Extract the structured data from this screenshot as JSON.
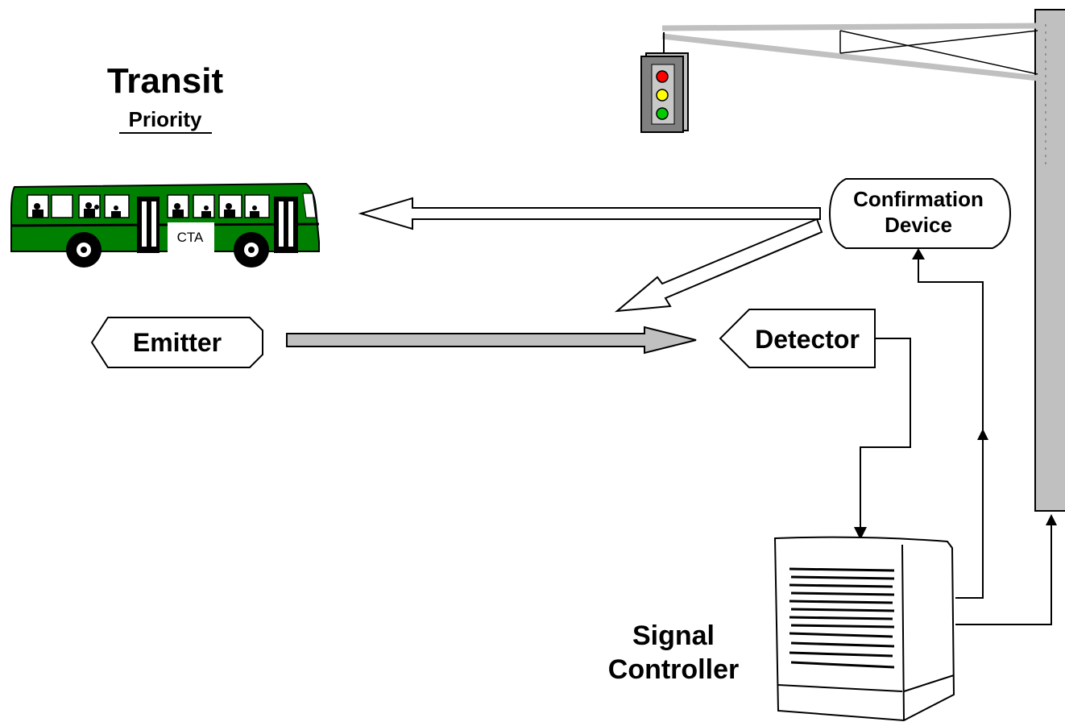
{
  "title": "Transit",
  "subtitle": "Priority",
  "bus": {
    "sign": "CTA"
  },
  "emitter": {
    "label": "Emitter"
  },
  "detector": {
    "label": "Detector"
  },
  "confirmation": {
    "line1": "Confirmation",
    "line2": "Device"
  },
  "controller": {
    "line1": "Signal",
    "line2": "Controller"
  },
  "colors": {
    "bus_green": "#008000",
    "signal_red": "#ff0000",
    "signal_yellow": "#ffff00",
    "signal_green": "#00cc00",
    "pole_gray": "#c0c0c0",
    "beam_gray": "#c0c0c0"
  }
}
